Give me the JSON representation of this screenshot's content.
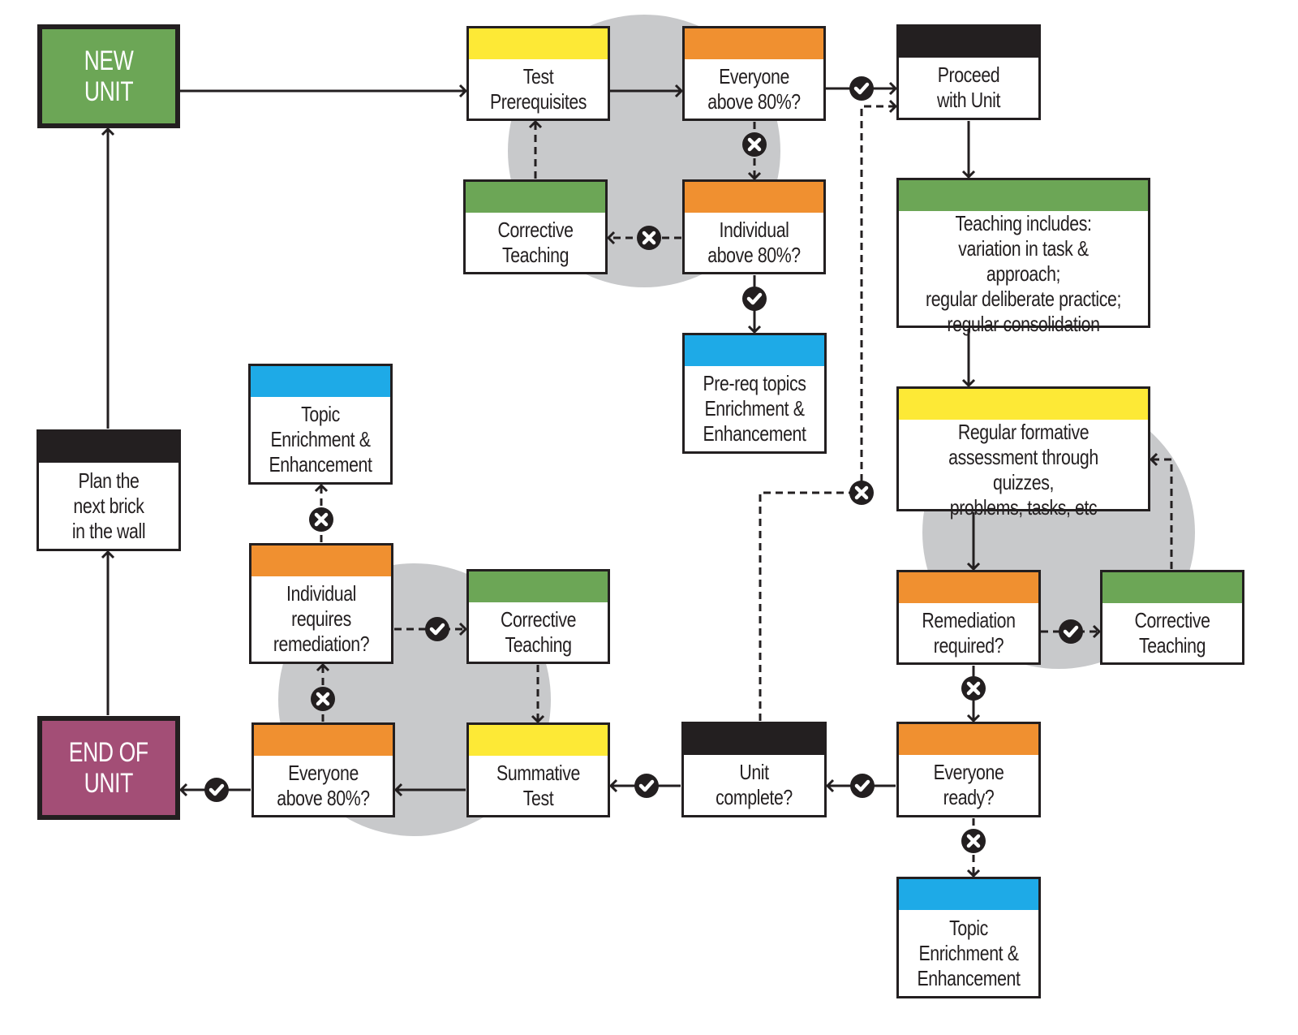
{
  "colors": {
    "yellow": "#fde936",
    "orange": "#f09030",
    "green": "#6ca656",
    "blue": "#1eaae7",
    "black": "#231f20",
    "purple": "#a34e76",
    "circle_bg": "#c8c9cb"
  },
  "terminals": {
    "new_unit": "NEW UNIT",
    "end_of_unit": "END OF\nUNIT"
  },
  "nodes": {
    "test_prerequisites": {
      "label": "Test\nPrerequisites",
      "band": "yellow"
    },
    "everyone_above_80_top": {
      "label": "Everyone\nabove 80%?",
      "band": "orange"
    },
    "proceed_with_unit": {
      "label": "Proceed\nwith Unit",
      "band": "black"
    },
    "corrective_teaching_top": {
      "label": "Corrective\nTeaching",
      "band": "green"
    },
    "individual_above_80": {
      "label": "Individual\nabove 80%?",
      "band": "orange"
    },
    "prereq_enrichment": {
      "label": "Pre-req topics\nEnrichment &\nEnhancement",
      "band": "blue"
    },
    "teaching_includes": {
      "label": "Teaching includes:\nvariation in task & approach;\nregular deliberate practice;\nregular consolidation",
      "band": "green"
    },
    "formative_assessment": {
      "label": "Regular formative\nassessment through quizzes,\nproblems, tasks, etc",
      "band": "yellow"
    },
    "remediation_required": {
      "label": "Remediation\nrequired?",
      "band": "orange"
    },
    "corrective_teaching_right": {
      "label": "Corrective\nTeaching",
      "band": "green"
    },
    "everyone_ready": {
      "label": "Everyone\nready?",
      "band": "orange"
    },
    "topic_enrichment_right": {
      "label": "Topic\nEnrichment &\nEnhancement",
      "band": "blue"
    },
    "unit_complete": {
      "label": "Unit\ncomplete?",
      "band": "black"
    },
    "summative_test": {
      "label": "Summative\nTest",
      "band": "yellow"
    },
    "corrective_teaching_bottom": {
      "label": "Corrective\nTeaching",
      "band": "green"
    },
    "everyone_above_80_bottom": {
      "label": "Everyone\nabove 80%?",
      "band": "orange"
    },
    "individual_requires_remediation": {
      "label": "Individual\nrequires\nremediation?",
      "band": "orange"
    },
    "topic_enrichment_left": {
      "label": "Topic\nEnrichment &\nEnhancement",
      "band": "blue"
    },
    "plan_next_brick": {
      "label": "Plan the\nnext brick\nin the wall",
      "band": "black"
    }
  },
  "connectors": [
    {
      "from": "new_unit",
      "to": "test_prerequisites",
      "style": "solid",
      "marker": "none"
    },
    {
      "from": "test_prerequisites",
      "to": "everyone_above_80_top",
      "style": "solid",
      "marker": "none"
    },
    {
      "from": "everyone_above_80_top",
      "to": "proceed_with_unit",
      "style": "solid",
      "marker": "check"
    },
    {
      "from": "everyone_above_80_top",
      "to": "individual_above_80",
      "style": "dashed",
      "marker": "cross"
    },
    {
      "from": "individual_above_80",
      "to": "corrective_teaching_top",
      "style": "dashed",
      "marker": "cross"
    },
    {
      "from": "corrective_teaching_top",
      "to": "test_prerequisites",
      "style": "dashed",
      "marker": "none"
    },
    {
      "from": "individual_above_80",
      "to": "prereq_enrichment",
      "style": "solid",
      "marker": "check"
    },
    {
      "from": "proceed_with_unit",
      "to": "teaching_includes",
      "style": "solid",
      "marker": "none"
    },
    {
      "from": "teaching_includes",
      "to": "formative_assessment",
      "style": "solid",
      "marker": "none"
    },
    {
      "from": "formative_assessment",
      "to": "remediation_required",
      "style": "solid",
      "marker": "none"
    },
    {
      "from": "remediation_required",
      "to": "corrective_teaching_right",
      "style": "dashed",
      "marker": "check"
    },
    {
      "from": "corrective_teaching_right",
      "to": "formative_assessment",
      "style": "dashed",
      "marker": "none"
    },
    {
      "from": "remediation_required",
      "to": "everyone_ready",
      "style": "solid",
      "marker": "cross"
    },
    {
      "from": "everyone_ready",
      "to": "topic_enrichment_right",
      "style": "dashed",
      "marker": "cross"
    },
    {
      "from": "everyone_ready",
      "to": "unit_complete",
      "style": "solid",
      "marker": "check"
    },
    {
      "from": "unit_complete",
      "to": "proceed_with_unit",
      "style": "dashed",
      "marker": "cross"
    },
    {
      "from": "unit_complete",
      "to": "summative_test",
      "style": "solid",
      "marker": "check"
    },
    {
      "from": "summative_test",
      "to": "everyone_above_80_bottom",
      "style": "solid",
      "marker": "none"
    },
    {
      "from": "everyone_above_80_bottom",
      "to": "end_of_unit",
      "style": "solid",
      "marker": "check"
    },
    {
      "from": "everyone_above_80_bottom",
      "to": "individual_requires_remediation",
      "style": "dashed",
      "marker": "cross"
    },
    {
      "from": "individual_requires_remediation",
      "to": "corrective_teaching_bottom",
      "style": "dashed",
      "marker": "check"
    },
    {
      "from": "corrective_teaching_bottom",
      "to": "summative_test",
      "style": "dashed",
      "marker": "none"
    },
    {
      "from": "individual_requires_remediation",
      "to": "topic_enrichment_left",
      "style": "dashed",
      "marker": "cross"
    },
    {
      "from": "end_of_unit",
      "to": "plan_next_brick",
      "style": "solid",
      "marker": "none"
    },
    {
      "from": "plan_next_brick",
      "to": "new_unit",
      "style": "solid",
      "marker": "none"
    }
  ]
}
